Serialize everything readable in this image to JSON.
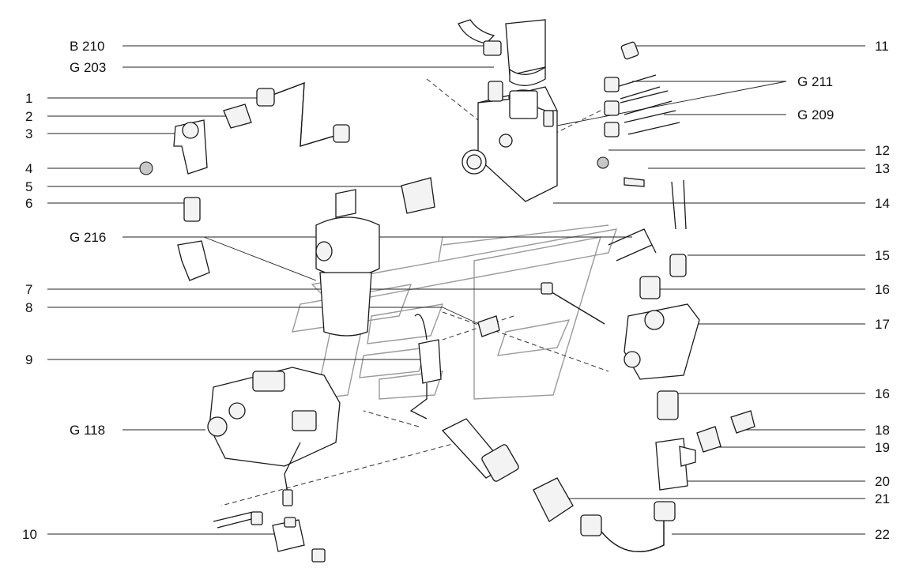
{
  "callouts_left": [
    {
      "id": "b210",
      "text": "B 210"
    },
    {
      "id": "g203",
      "text": "G 203"
    },
    {
      "id": "p1",
      "text": "1"
    },
    {
      "id": "p2",
      "text": "2"
    },
    {
      "id": "p3",
      "text": "3"
    },
    {
      "id": "p4",
      "text": "4"
    },
    {
      "id": "p5",
      "text": "5"
    },
    {
      "id": "p6",
      "text": "6"
    },
    {
      "id": "g216",
      "text": "G 216"
    },
    {
      "id": "p7",
      "text": "7"
    },
    {
      "id": "p8",
      "text": "8"
    },
    {
      "id": "p9",
      "text": "9"
    },
    {
      "id": "g118",
      "text": "G 118"
    },
    {
      "id": "p10",
      "text": "10"
    }
  ],
  "callouts_right": [
    {
      "id": "p11",
      "text": "11"
    },
    {
      "id": "g211",
      "text": "G 211"
    },
    {
      "id": "g209",
      "text": "G 209"
    },
    {
      "id": "p12",
      "text": "12"
    },
    {
      "id": "p13",
      "text": "13"
    },
    {
      "id": "p14",
      "text": "14"
    },
    {
      "id": "p15",
      "text": "15"
    },
    {
      "id": "p16a",
      "text": "16"
    },
    {
      "id": "p17",
      "text": "17"
    },
    {
      "id": "p16b",
      "text": "16"
    },
    {
      "id": "p18",
      "text": "18"
    },
    {
      "id": "p19",
      "text": "19"
    },
    {
      "id": "p20",
      "text": "20"
    },
    {
      "id": "p21",
      "text": "21"
    },
    {
      "id": "p22",
      "text": "22"
    }
  ]
}
